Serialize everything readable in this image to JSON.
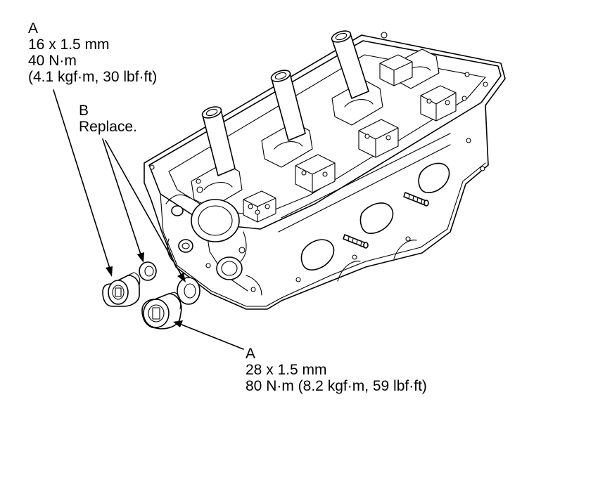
{
  "callouts": {
    "a_small": {
      "letter": "A",
      "size": "16 x 1.5 mm",
      "torque": "40 N·m",
      "torque_alt": "(4.1 kgf·m, 30 lbf·ft)"
    },
    "b": {
      "letter": "B",
      "note": "Replace."
    },
    "a_large": {
      "letter": "A",
      "size": "28 x 1.5 mm",
      "torque": "80 N·m (8.2 kgf·m, 59 lbf·ft)"
    }
  },
  "colors": {
    "line": "#000000",
    "background": "#ffffff"
  }
}
